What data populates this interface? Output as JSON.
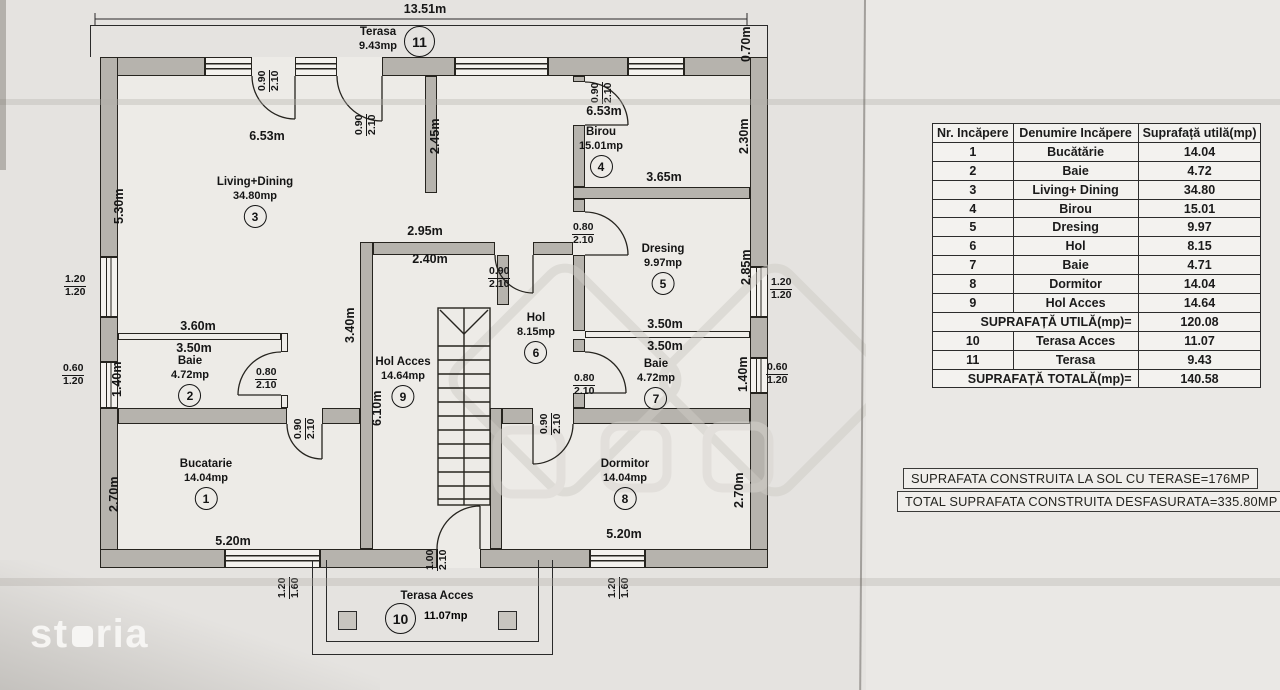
{
  "plan": {
    "rooms": [
      {
        "num": "1",
        "name": "Bucatarie",
        "area": "14.04mp"
      },
      {
        "num": "2",
        "name": "Baie",
        "area": "4.72mp"
      },
      {
        "num": "3",
        "name": "Living+Dining",
        "area": "34.80mp"
      },
      {
        "num": "4",
        "name": "Birou",
        "area": "15.01mp"
      },
      {
        "num": "5",
        "name": "Dresing",
        "area": "9.97mp"
      },
      {
        "num": "6",
        "name": "Hol",
        "area": "8.15mp"
      },
      {
        "num": "7",
        "name": "Baie",
        "area": "4.72mp"
      },
      {
        "num": "8",
        "name": "Dormitor",
        "area": "14.04mp"
      },
      {
        "num": "9",
        "name": "Hol Acces",
        "area": "14.64mp"
      },
      {
        "num": "10",
        "name": "Terasa Acces",
        "area": "11.07mp"
      },
      {
        "num": "11",
        "name": "Terasa",
        "area": "9.43mp"
      }
    ],
    "dims": [
      {
        "text": "13.51m"
      },
      {
        "text": "0.70m"
      },
      {
        "text": "6.53m"
      },
      {
        "text": "5.30m"
      },
      {
        "text": "2.45m"
      },
      {
        "text": "6.53m"
      },
      {
        "text": "2.30m"
      },
      {
        "text": "3.65m"
      },
      {
        "text": "2.95m"
      },
      {
        "text": "2.40m"
      },
      {
        "text": "2.85m"
      },
      {
        "text": "3.60m"
      },
      {
        "text": "3.50m"
      },
      {
        "text": "1.40m"
      },
      {
        "text": "3.40m"
      },
      {
        "text": "6.10m"
      },
      {
        "text": "3.50m"
      },
      {
        "text": "3.50m"
      },
      {
        "text": "1.40m"
      },
      {
        "text": "2.70m"
      },
      {
        "text": "2.70m"
      },
      {
        "text": "5.20m"
      },
      {
        "text": "5.20m"
      }
    ],
    "fracs": [
      {
        "w": "0.90",
        "h": "2.10"
      },
      {
        "w": "0.90",
        "h": "2.10"
      },
      {
        "w": "0.90",
        "h": "2.10"
      },
      {
        "w": "0.90",
        "h": "2.10"
      },
      {
        "w": "0.80",
        "h": "2.10"
      },
      {
        "w": "1.20",
        "h": "1.20"
      },
      {
        "w": "1.20",
        "h": "1.20"
      },
      {
        "w": "0.60",
        "h": "1.20"
      },
      {
        "w": "0.80",
        "h": "2.10"
      },
      {
        "w": "0.80",
        "h": "2.10"
      },
      {
        "w": "0.60",
        "h": "1.20"
      },
      {
        "w": "0.90",
        "h": "2.10"
      },
      {
        "w": "0.90",
        "h": "2.10"
      },
      {
        "w": "1.00",
        "h": "2.10"
      },
      {
        "w": "1.20",
        "h": "1.60"
      },
      {
        "w": "1.20",
        "h": "1.60"
      }
    ]
  },
  "table": {
    "headers": [
      "Nr. Incăpere",
      "Denumire Incăpere",
      "Suprafață utilă(mp)"
    ],
    "rows": [
      {
        "nr": "1",
        "name": "Bucătărie",
        "area": "14.04"
      },
      {
        "nr": "2",
        "name": "Baie",
        "area": "4.72"
      },
      {
        "nr": "3",
        "name": "Living+ Dining",
        "area": "34.80"
      },
      {
        "nr": "4",
        "name": "Birou",
        "area": "15.01"
      },
      {
        "nr": "5",
        "name": "Dresing",
        "area": "9.97"
      },
      {
        "nr": "6",
        "name": "Hol",
        "area": "8.15"
      },
      {
        "nr": "7",
        "name": "Baie",
        "area": "4.71"
      },
      {
        "nr": "8",
        "name": "Dormitor",
        "area": "14.04"
      },
      {
        "nr": "9",
        "name": "Hol Acces",
        "area": "14.64"
      }
    ],
    "subtotal": {
      "label": "SUPRAFAȚĂ UTILĂ(mp)=",
      "value": "120.08"
    },
    "rows2": [
      {
        "nr": "10",
        "name": "Terasa Acces",
        "area": "11.07"
      },
      {
        "nr": "11",
        "name": "Terasa",
        "area": "9.43"
      }
    ],
    "total": {
      "label": "SUPRAFAȚĂ TOTALĂ(mp)=",
      "value": "140.58"
    }
  },
  "notes": {
    "line1": "SUPRAFATA CONSTRUITA LA SOL CU TERASE=176MP",
    "line2": "TOTAL SUPRAFATA CONSTRUITA DESFASURATA=335.80MP"
  },
  "logo": {
    "left": "st",
    "right": "ria"
  },
  "colors": {
    "wall": "#b6b3ad",
    "line": "#26241f",
    "paper": "#e5e3e0",
    "watermark": "#cfccc6",
    "logo": "#f8f7f5"
  }
}
